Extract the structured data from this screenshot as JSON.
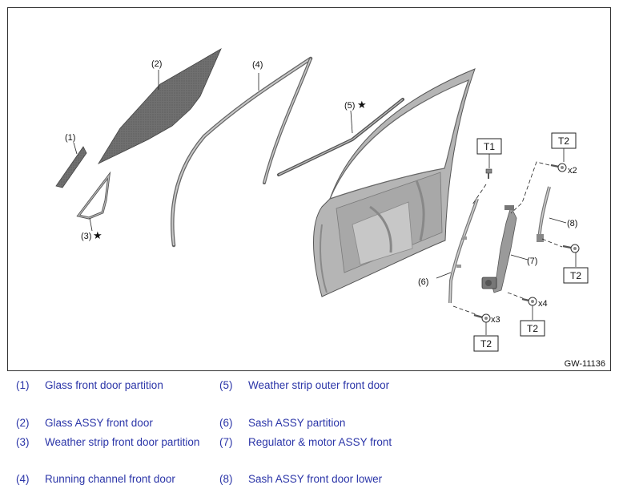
{
  "figure": {
    "code": "GW-11136",
    "callouts": {
      "c1": "(1)",
      "c2": "(2)",
      "c3": "(3)",
      "c4": "(4)",
      "c5": "(5)",
      "c6": "(6)",
      "c7": "(7)",
      "c8": "(8)"
    },
    "star": "★",
    "torque_labels": {
      "t1": "T1",
      "t2a": "T2",
      "t2b": "T2",
      "t2c": "T2",
      "t2d": "T2"
    },
    "quantities": {
      "x2": "x2",
      "x3": "x3",
      "x4": "x4"
    },
    "colors": {
      "glass": "#6f6f6f",
      "door": "#b4b4b4",
      "outline": "#333333",
      "legend_text": "#2b35a8"
    }
  },
  "legend": [
    {
      "num": "(1)",
      "text": "Glass front door partition"
    },
    {
      "num": "(2)",
      "text": "Glass ASSY front door"
    },
    {
      "num": "(3)",
      "text": "Weather strip front door partition"
    },
    {
      "num": "(4)",
      "text": "Running channel front door"
    },
    {
      "num": "(5)",
      "text": "Weather strip outer front door"
    },
    {
      "num": "(6)",
      "text": "Sash ASSY partition"
    },
    {
      "num": "(7)",
      "text": "Regulator & motor ASSY front"
    },
    {
      "num": "(8)",
      "text": "Sash ASSY front door lower"
    }
  ]
}
